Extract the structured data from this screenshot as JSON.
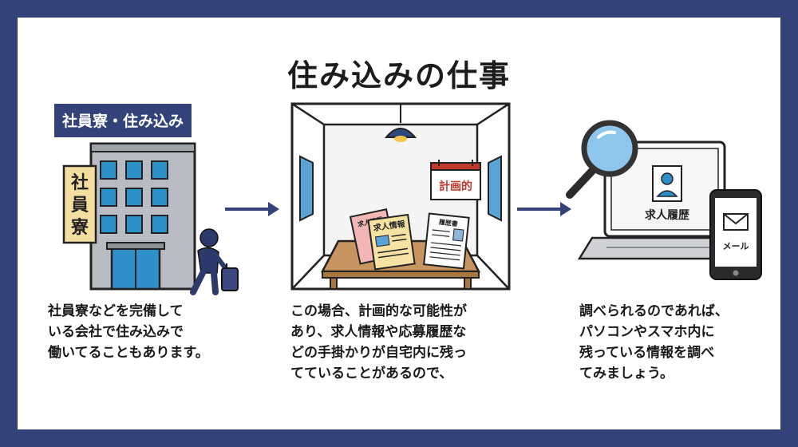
{
  "title": "住み込みの仕事",
  "section1": {
    "label": "社員寮・住み込み",
    "sign": [
      "社",
      "員",
      "寮"
    ],
    "caption": [
      "社員寮などを完備して",
      "いる会社で住み込みで",
      "働いてることもあります。"
    ]
  },
  "section2": {
    "calendar_text": "計画的",
    "paper_job": "求人情報",
    "paper_resume": "履歴書",
    "paper_back": "求人情報",
    "caption": [
      "この場合、計画的な可能性が",
      "あり、求人情報や応募履歴な",
      "どの手掛かりが自宅内に残っ",
      "てていることがあるので、"
    ]
  },
  "section3": {
    "screen_text": "求人履歴",
    "phone_text": "メール",
    "caption": [
      "調べられるのであれば、",
      "パソコンやスマホ内に",
      "残っている情報を調べ",
      "てみましょう。"
    ]
  },
  "colors": {
    "frame": "#33437a",
    "accent_red": "#c0392b",
    "sign_yellow": "#f5dfa0"
  }
}
